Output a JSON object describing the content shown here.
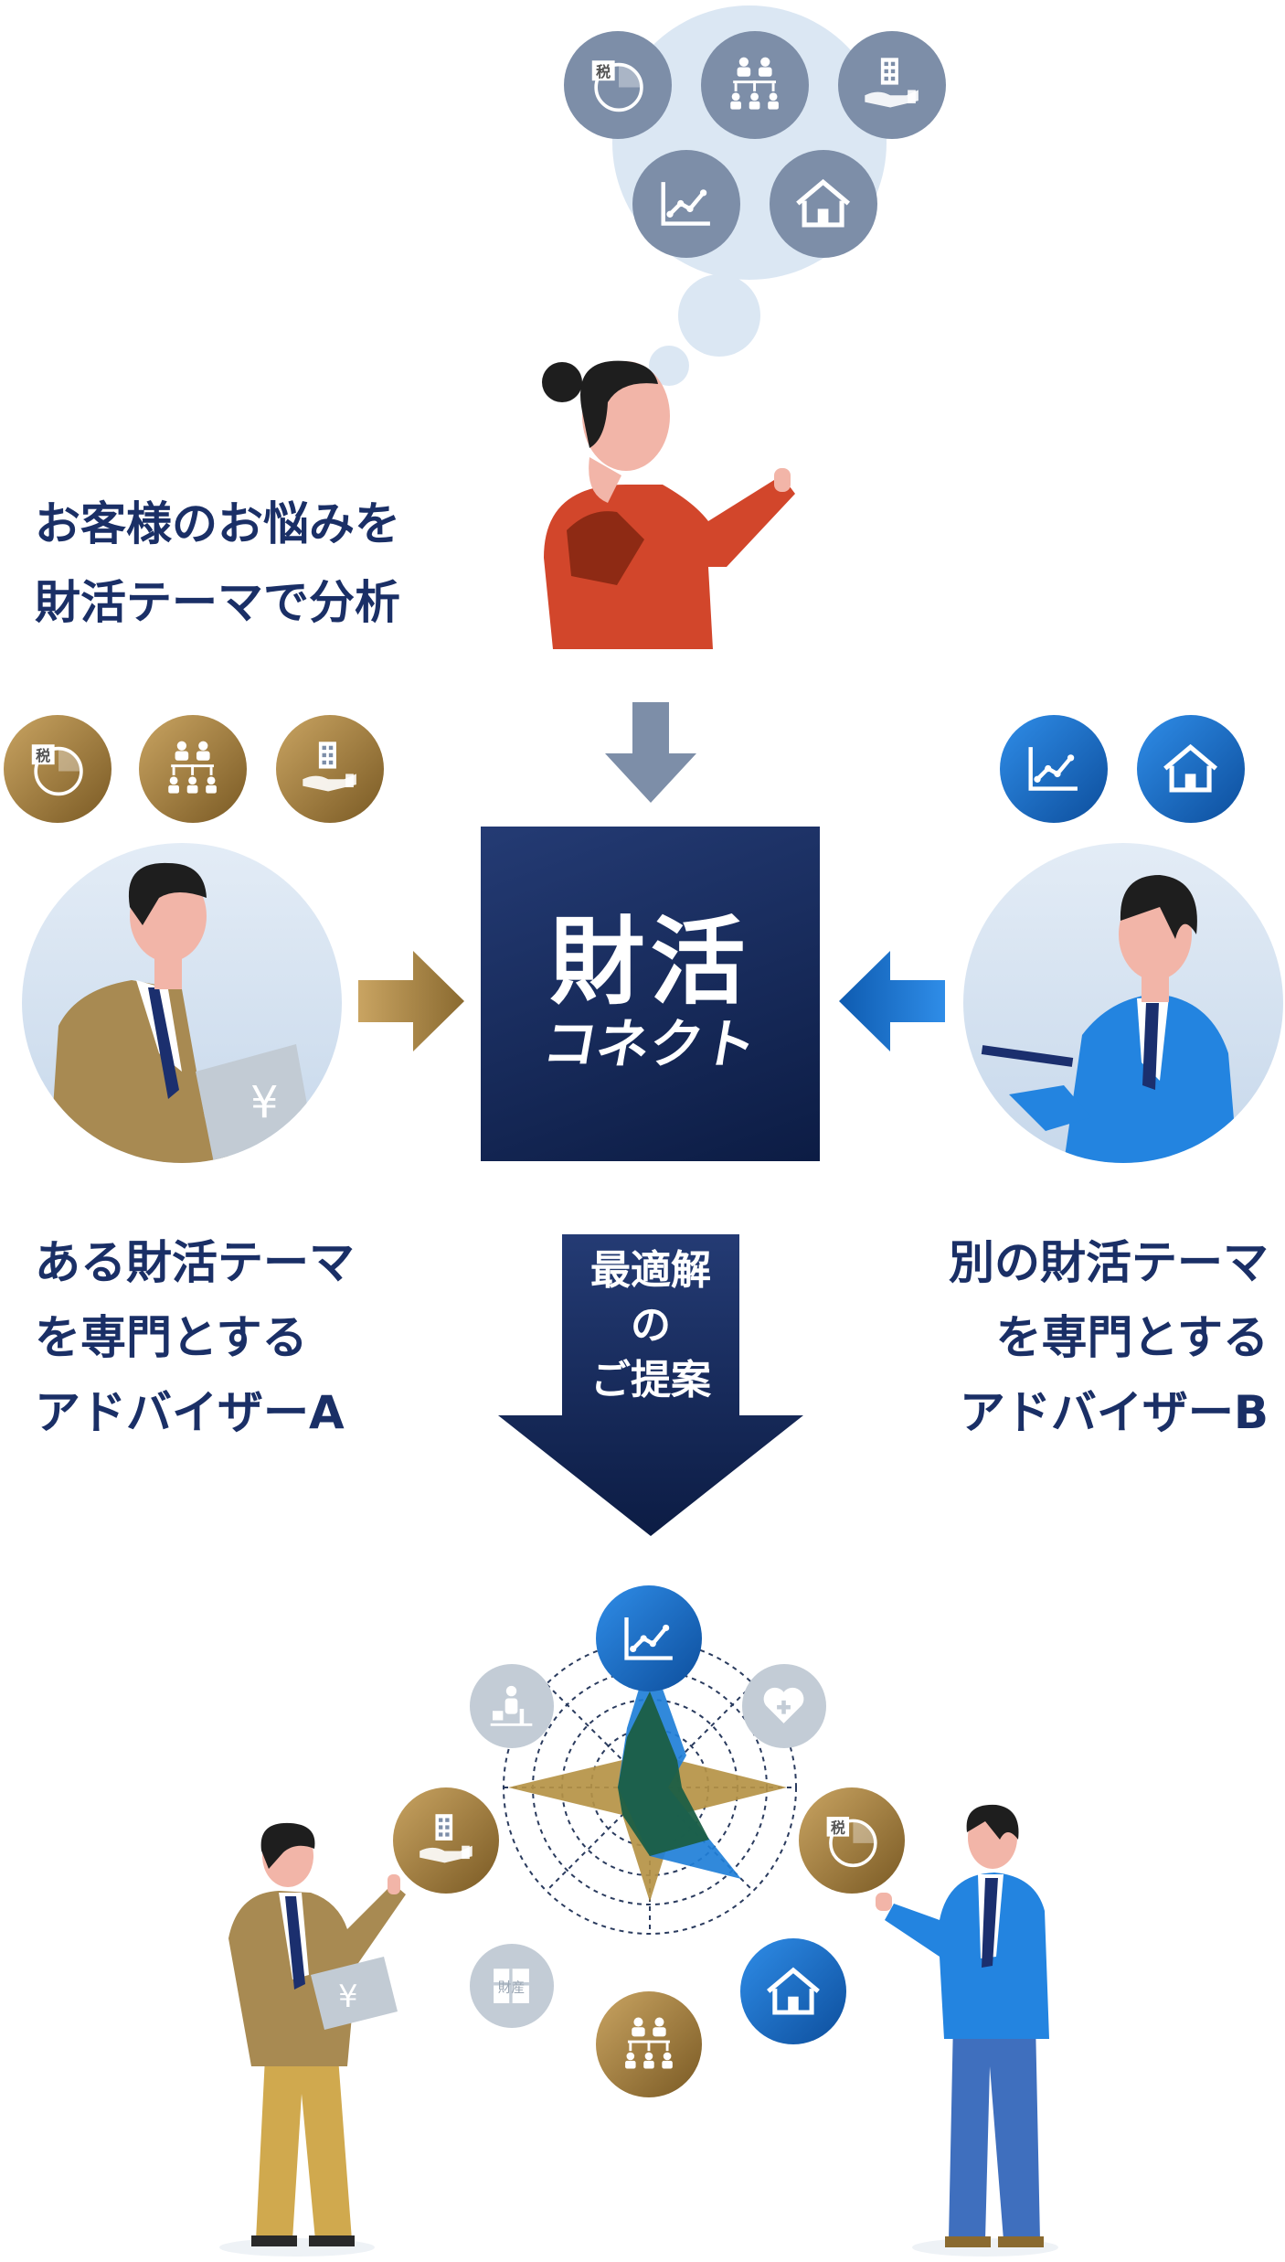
{
  "customer_text": [
    "お客様のお悩みを",
    "財活テーマで分析"
  ],
  "advisor_a_text": [
    "ある財活テーマ",
    "を専門とする",
    "アドバイザーA"
  ],
  "advisor_b_text": [
    "別の財活テーマ",
    "を専門とする",
    "アドバイザーB"
  ],
  "logo": {
    "line1": "財活",
    "line2": "コネクト"
  },
  "proposal_text": [
    "最適解",
    "の",
    "ご提案"
  ],
  "icon_labels": {
    "tax": "税",
    "property": "財産"
  },
  "colors": {
    "navy": "#1a2f66",
    "gray_icon": "#7d8ea8",
    "gold": "#a8833f",
    "blue": "#1f74cf",
    "pale_icon": "#c3ccd6",
    "bubble": "#dbe7f3"
  },
  "icons": {
    "thought": [
      "tax-chart-icon",
      "org-chart-icon",
      "building-hand-icon",
      "growth-chart-icon",
      "house-icon"
    ],
    "advisor_a": [
      "tax-chart-icon",
      "org-chart-icon",
      "building-hand-icon"
    ],
    "advisor_b": [
      "growth-chart-icon",
      "house-icon"
    ],
    "ring": [
      "growth-chart-icon",
      "health-heart-icon",
      "tax-chart-icon",
      "house-icon",
      "org-chart-icon",
      "property-icon",
      "building-hand-icon",
      "elderly-care-icon"
    ]
  }
}
